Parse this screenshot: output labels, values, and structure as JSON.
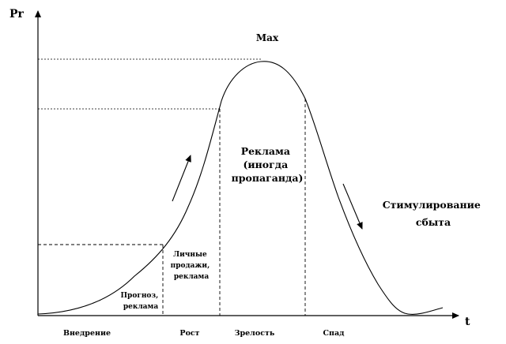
{
  "axes": {
    "y_label": "Pr",
    "x_label": "t"
  },
  "peak_label": "Max",
  "stages": [
    "Внедрение",
    "Рост",
    "Зрелость",
    "Спад"
  ],
  "annotations": {
    "intro": [
      "Прогноз,",
      "реклама"
    ],
    "growth": [
      "Личные",
      "продажи,",
      "реклама"
    ],
    "maturity": [
      "Реклама",
      "(иногда",
      "пропаганда)"
    ],
    "decline": [
      "Стимулирование",
      "сбыта"
    ]
  },
  "colors": {
    "ink": "#000000",
    "background": "#ffffff"
  }
}
